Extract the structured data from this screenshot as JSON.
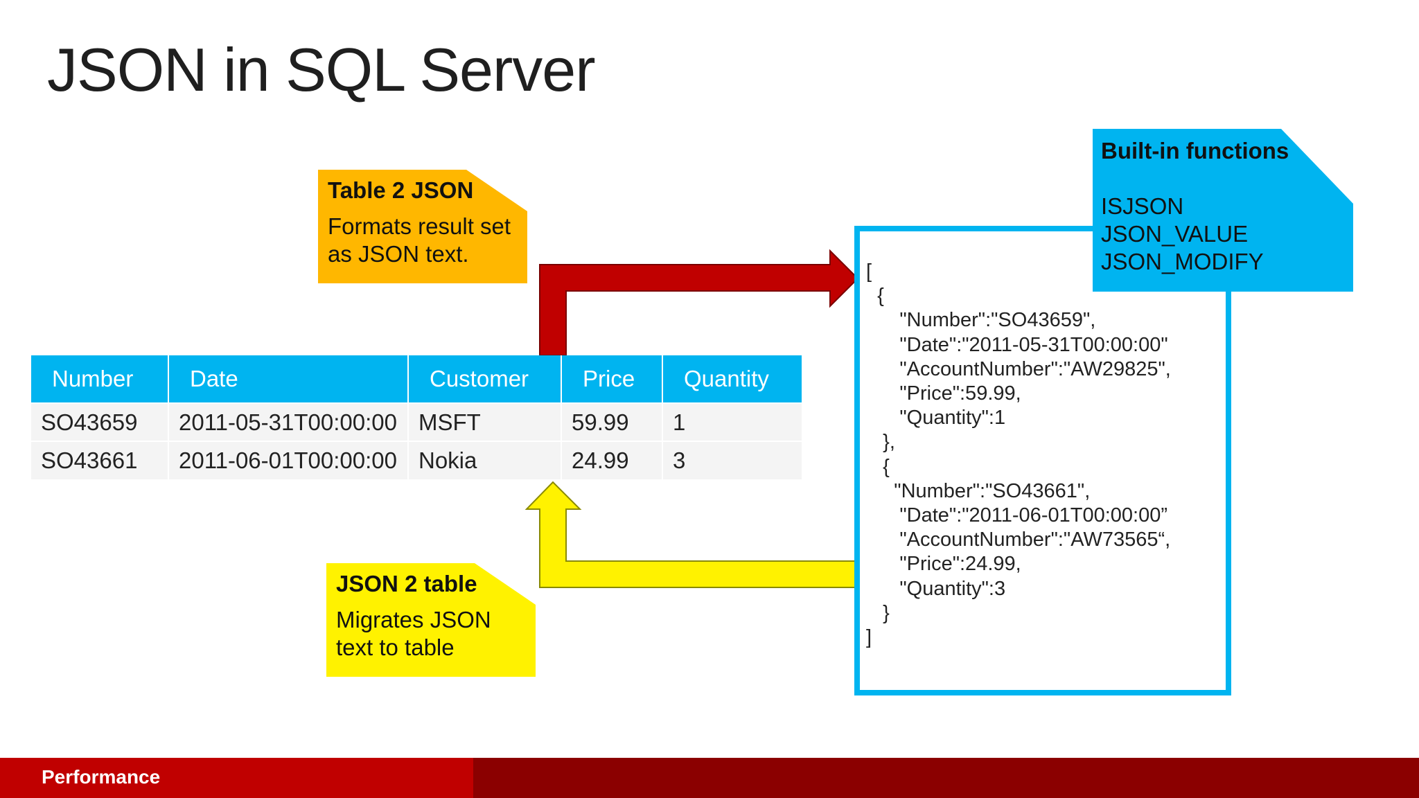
{
  "slide": {
    "title": "JSON in SQL Server",
    "footer_label": "Performance"
  },
  "callouts": {
    "table2json": {
      "heading": "Table 2 JSON",
      "text_line1": "Formats result set",
      "text_line2": "as JSON text."
    },
    "json2table": {
      "heading": "JSON 2 table",
      "text_line1": "Migrates JSON",
      "text_line2": "text to table"
    },
    "builtin": {
      "heading": "Built-in functions",
      "functions": [
        "ISJSON",
        "JSON_VALUE",
        "JSON_MODIFY"
      ]
    }
  },
  "table": {
    "headers": [
      "Number",
      "Date",
      "Customer",
      "Price",
      "Quantity"
    ],
    "rows": [
      [
        "SO43659",
        "2011-05-31T00:00:00",
        "MSFT",
        "59.99",
        "1"
      ],
      [
        "SO43661",
        "2011-06-01T00:00:00",
        "Nokia",
        "24.99",
        "3"
      ]
    ]
  },
  "json_text": "[\n  {\n      \"Number\":\"SO43659\",\n      \"Date\":\"2011-05-31T00:00:00\"\n      \"AccountNumber\":\"AW29825\",\n      \"Price\":59.99,\n      \"Quantity\":1\n   },\n   {\n     \"Number\":\"SO43661\",\n      \"Date\":\"2011-06-01T00:00:00”\n      \"AccountNumber\":\"AW73565“,\n      \"Price\":24.99,\n      \"Quantity\":3\n   }\n]",
  "colors": {
    "accent_blue": "#00b4f0",
    "arrow_red": "#c00000",
    "arrow_yellow": "#fff200",
    "callout_orange": "#ffb700",
    "footer_dark": "#8b0000",
    "footer_bright": "#c00000"
  }
}
